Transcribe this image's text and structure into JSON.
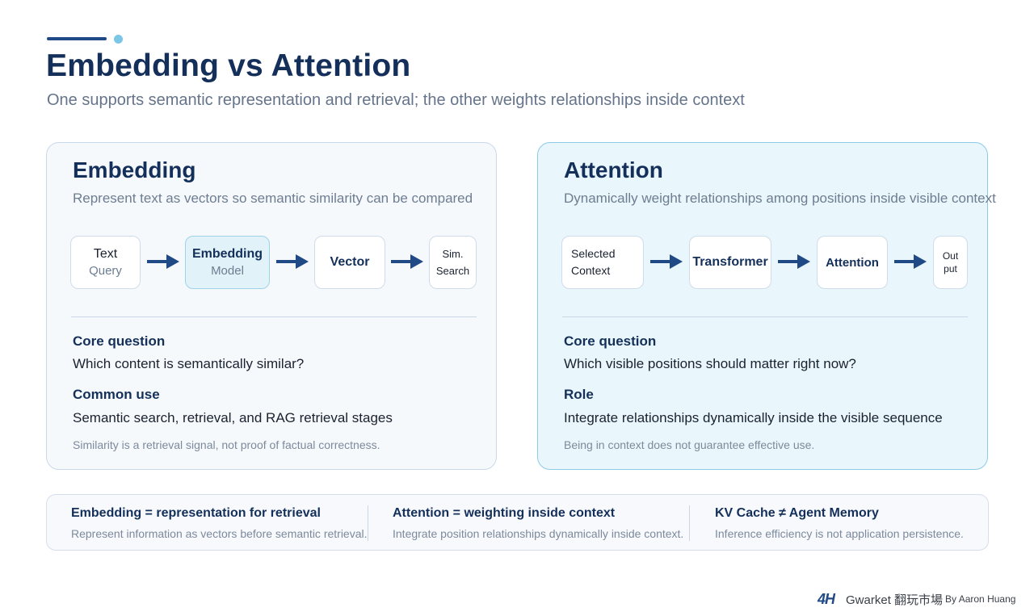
{
  "header": {
    "title": "Embedding vs Attention",
    "subtitle": "One supports semantic representation and retrieval; the other weights relationships inside context"
  },
  "embedding": {
    "title": "Embedding",
    "subtitle": "Represent text as vectors so semantic similarity can be compared",
    "flow": [
      {
        "line1": "Text",
        "line2": "Query"
      },
      {
        "line1": "Embedding",
        "line2": "Model"
      },
      {
        "line1": "Vector"
      },
      {
        "line1": "Sim.",
        "line2": "Search"
      }
    ],
    "section1_title": "Core question",
    "section1_text": "Which content is semantically similar?",
    "section2_title": "Common use",
    "section2_text": "Semantic search, retrieval, and RAG retrieval stages",
    "note": "Similarity is a retrieval signal, not proof of factual correctness."
  },
  "attention": {
    "title": "Attention",
    "subtitle": "Dynamically weight relationships among positions inside visible context",
    "flow": [
      {
        "line1": "Selected",
        "line2": "Context"
      },
      {
        "line1": "Transformer"
      },
      {
        "line1": "Attention"
      },
      {
        "line1": "Out",
        "line2": "put"
      }
    ],
    "section1_title": "Core question",
    "section1_text": "Which visible positions should matter right now?",
    "section2_title": "Role",
    "section2_text": "Integrate relationships dynamically inside the visible sequence",
    "note": "Being in context does not guarantee effective use."
  },
  "summary": [
    {
      "title": "Embedding = representation for retrieval",
      "text": "Represent information as vectors before semantic retrieval."
    },
    {
      "title": "Attention = weighting inside context",
      "text": "Integrate position relationships dynamically inside context."
    },
    {
      "title": "KV Cache ≠ Agent Memory",
      "text": "Inference efficiency is not application persistence."
    }
  ],
  "footer": {
    "logo": "4H",
    "brand": "Gwarket 翻玩市場",
    "by": "By Aaron Huang"
  },
  "colors": {
    "navy": "#14305a",
    "accent_blue": "#1f4a85",
    "accent_light": "#7cc6e8"
  }
}
